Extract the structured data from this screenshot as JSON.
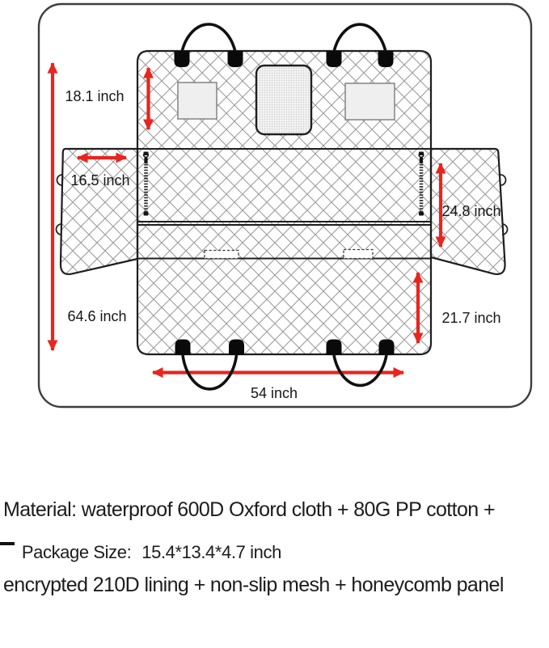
{
  "diagram": {
    "dimension_labels": {
      "back_panel_height": "18.1 inch",
      "side_flap_width": "16.5 inch",
      "overall_length": "64.6 inch",
      "side_flap_height": "24.8 inch",
      "seat_panel_height": "21.7 inch",
      "overall_width": "54 inch"
    },
    "colors": {
      "dimension_arrow": "#e8251e",
      "outline": "#1e1e1e",
      "quilt_line": "#9b9b9b"
    }
  },
  "material": {
    "line1": "Material: waterproof 600D Oxford cloth + 80G PP cotton +",
    "line2": "encrypted 210D lining + non-slip mesh + honeycomb panel"
  },
  "package": {
    "label": "Package Size:",
    "value": "15.4*13.4*4.7 inch"
  }
}
